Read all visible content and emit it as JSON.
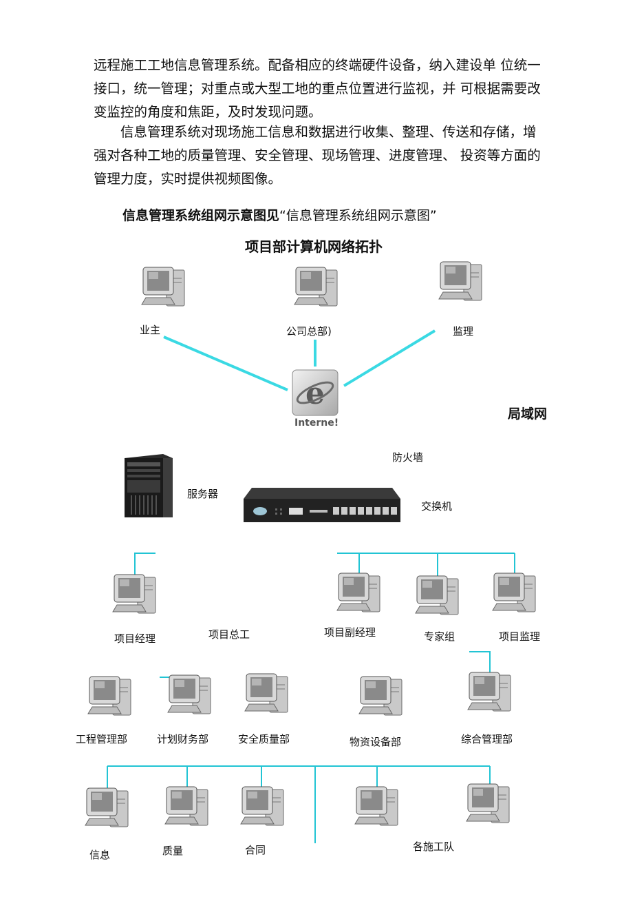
{
  "paragraphs": [
    "远程施工工地信息管理系统。配备相应的终端硬件设备，纳入建设单 位统一接口，统一管理；对重点或大型工地的重点位置进行监视，并 可根据需要改变监控的角度和焦距，及时发现问题。",
    "信息管理系统对现场施工信息和数据进行收集、整理、传送和存储，增强对各种工地的质量管理、安全管理、现场管理、进度管理、 投资等方面的管理力度，实时提供视频图像。"
  ],
  "figure_ref": {
    "bold": "信息管理系统组网示意图见",
    "quote": "“信息管理系统组网示意图”"
  },
  "diagram": {
    "title": "项目部计算机网络拓扑",
    "lan_label": "局域网",
    "internet_label": "Interne!",
    "firewall_label": "防火墙",
    "server_label": "服务器",
    "switch_label": "交换机",
    "top_nodes": [
      "业主",
      "公司总部)",
      "监理"
    ],
    "row1": [
      "项目经理",
      "项目总工",
      "项目副经理",
      "专家组",
      "项目监理"
    ],
    "row2": [
      "工程管理部",
      "计划财务部",
      "安全质量部",
      "物资设备部",
      "综合管理部"
    ],
    "row3": [
      "信息",
      "质量",
      "合同",
      "各施工队"
    ]
  },
  "colors": {
    "wire": "#3ad9e3",
    "thin_wire": "#22c4d4"
  }
}
